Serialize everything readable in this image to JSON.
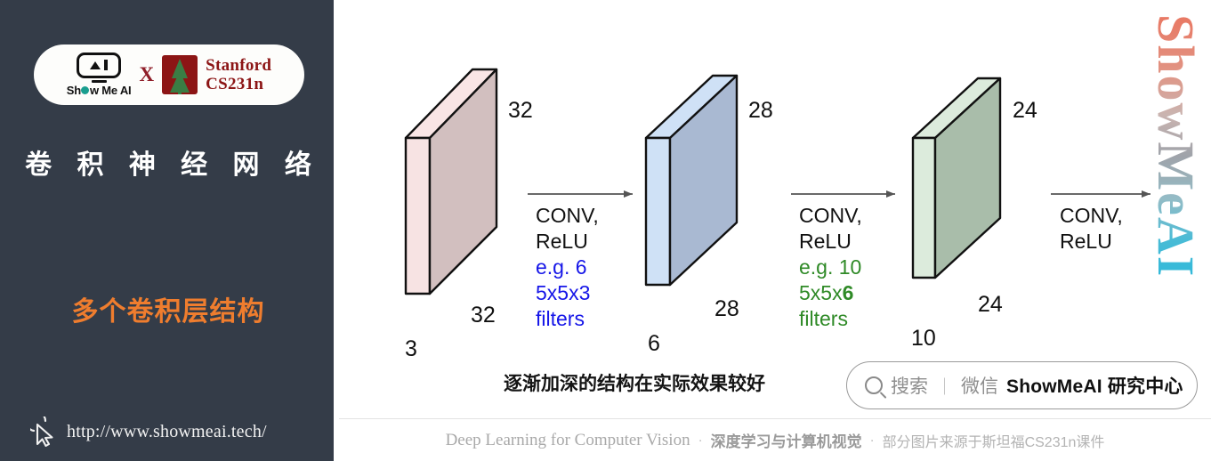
{
  "sidebar": {
    "logo": {
      "showmeai_label": "Show Me AI",
      "cross": "X",
      "stanford_line1": "Stanford",
      "stanford_line2": "CS231n"
    },
    "title": "卷 积 神 经 网 络",
    "subtitle": "多个卷积层结构",
    "url": "http://www.showmeai.tech/"
  },
  "diagram": {
    "blocks": [
      {
        "id": "input",
        "height_label": "32",
        "depth_label": "32",
        "channels_label": "3",
        "face_color": "#d2bfbf",
        "edge_color": "#f9e5e5"
      },
      {
        "id": "conv1",
        "height_label": "28",
        "depth_label": "28",
        "channels_label": "6",
        "face_color": "#a9b9d2",
        "edge_color": "#cfe1f6"
      },
      {
        "id": "conv2",
        "height_label": "24",
        "depth_label": "24",
        "channels_label": "10",
        "face_color": "#a9bdaa",
        "edge_color": "#dcebdc"
      }
    ],
    "arrows": [
      {
        "id": "arrow1",
        "line1": "CONV,",
        "line2": "ReLU",
        "line3": "e.g. 6",
        "line4": "5x5x3",
        "line5": "filters",
        "accent_color": "#1616e8"
      },
      {
        "id": "arrow2",
        "line1": "CONV,",
        "line2": "ReLU",
        "line3": "e.g. 10",
        "line4_pre": "5x5x",
        "line4_bold": "6",
        "line5": "filters",
        "accent_color": "#2f8a27"
      },
      {
        "id": "arrow3",
        "line1": "CONV,",
        "line2": "ReLU",
        "line3": "",
        "line4": "",
        "line5": "",
        "accent_color": "#111111"
      }
    ],
    "caption": "逐渐加深的结构在实际效果较好"
  },
  "search": {
    "label": "搜索",
    "divider": "｜",
    "channel": "微信",
    "account": "ShowMeAI 研究中心"
  },
  "footer": {
    "en": "Deep Learning for Computer Vision",
    "dot1": "·",
    "cn_bold": "深度学习与计算机视觉",
    "dot2": "·",
    "cn_plain": "部分图片来源于斯坦福CS231n课件"
  },
  "watermark": {
    "text": "ShowMeAI"
  }
}
